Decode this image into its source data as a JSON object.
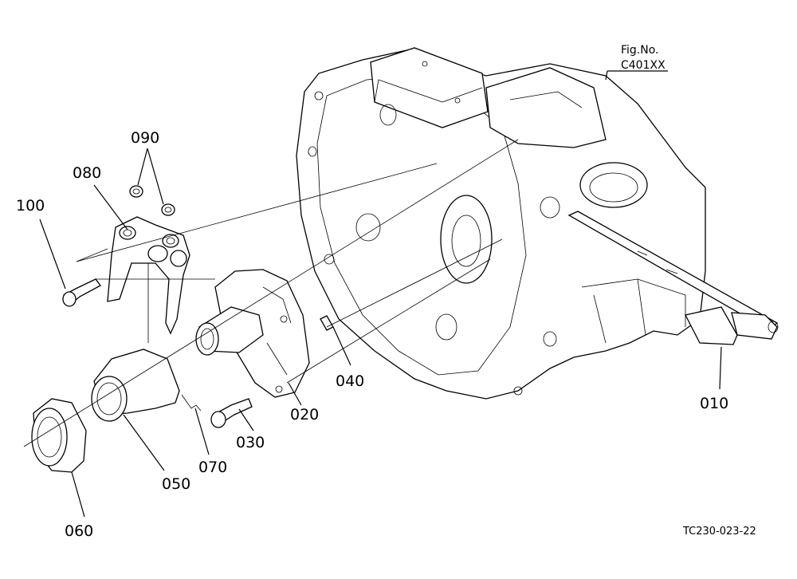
{
  "figure": {
    "fig_no_label": "Fig.No.",
    "fig_no_value": "C401XX",
    "drawing_code": "TC230-023-22"
  },
  "callouts": [
    {
      "id": "010",
      "label": "010"
    },
    {
      "id": "020",
      "label": "020"
    },
    {
      "id": "030",
      "label": "030"
    },
    {
      "id": "040",
      "label": "040"
    },
    {
      "id": "050",
      "label": "050"
    },
    {
      "id": "060",
      "label": "060"
    },
    {
      "id": "070",
      "label": "070"
    },
    {
      "id": "080",
      "label": "080"
    },
    {
      "id": "090",
      "label": "090"
    },
    {
      "id": "100",
      "label": "100"
    }
  ]
}
